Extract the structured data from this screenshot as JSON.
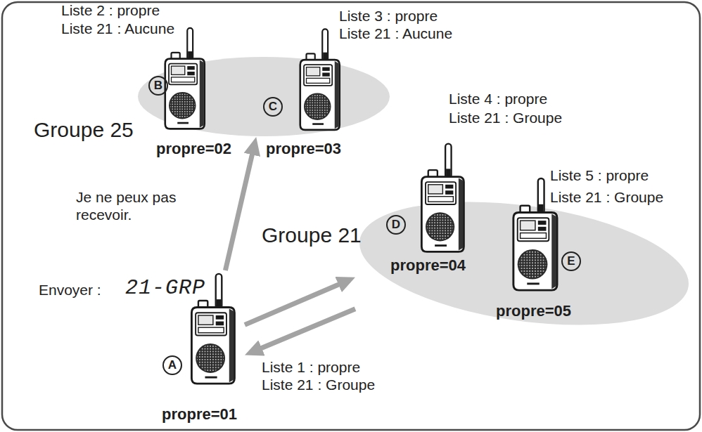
{
  "diagram": {
    "nodes": [
      {
        "text": [
          "Groupe 25"
        ]
      },
      {
        "text": [
          "Liste 2 : propre",
          "Liste 21 : Aucune",
          "B",
          "propre=02"
        ],
        "in": 0
      },
      {
        "text": [
          "Liste 3 : propre",
          "Liste 21 : Aucune",
          "C",
          "propre=03"
        ],
        "in": 0
      },
      {
        "text": [
          "Groupe 21"
        ]
      },
      {
        "text": [
          "Liste 4 : propre",
          "Liste 21 : Groupe",
          "D",
          "propre=04"
        ],
        "in": 3
      },
      {
        "text": [
          "Liste 5 : propre",
          "Liste 21 : Groupe",
          "E",
          "propre=05"
        ],
        "in": 3
      },
      {
        "text": [
          "Envoyer :",
          "21-GRP",
          "A",
          "Liste 1 : propre",
          "Liste 21 : Groupe",
          "propre=01"
        ]
      }
    ],
    "edges": [
      {
        "from": 6,
        "to": 0,
        "arrow": "to",
        "label": "Je ne peux pas recevoir."
      },
      {
        "from": 6,
        "to": 3,
        "arrow": "to"
      },
      {
        "from": 3,
        "to": 6,
        "arrow": "to"
      }
    ]
  }
}
